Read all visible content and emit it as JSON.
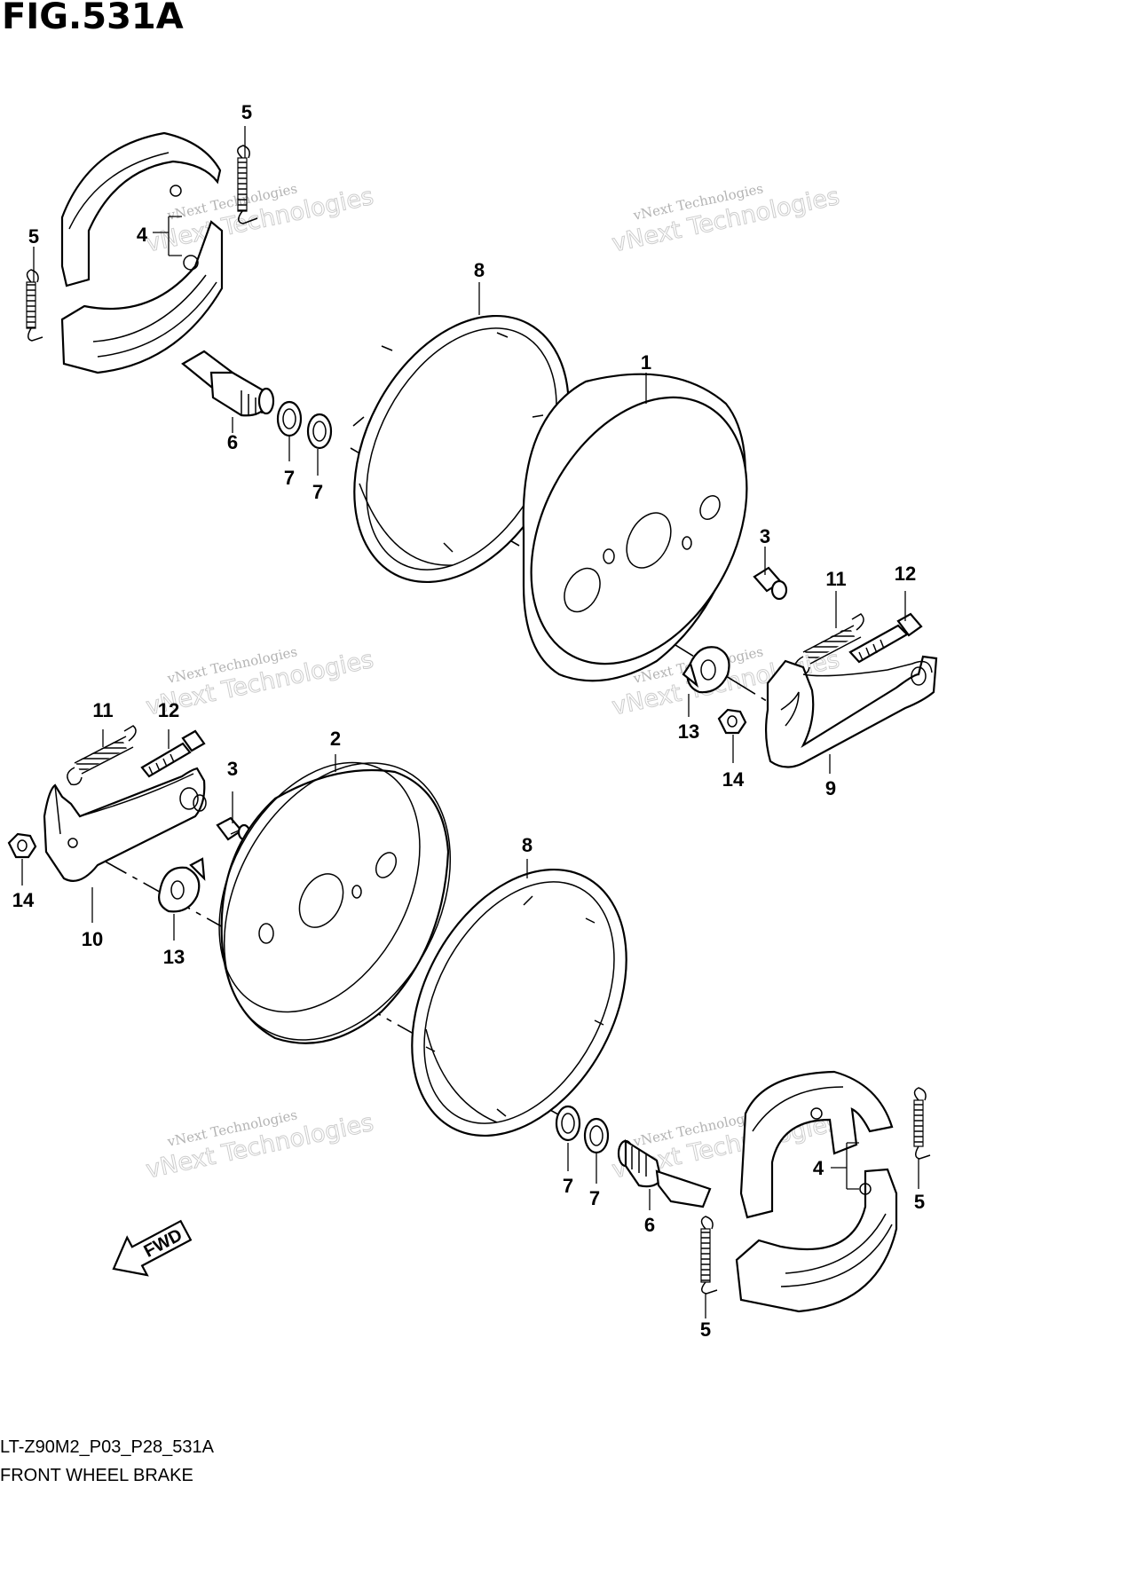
{
  "header": {
    "title": "FIG.531A"
  },
  "footer": {
    "code": "LT-Z90M2_P03_P28_531A",
    "description": "FRONT WHEEL BRAKE"
  },
  "fwd_label": "FWD",
  "watermark": {
    "small": "vNext Technologies",
    "big": "vNext Technologies"
  },
  "callouts": {
    "c1": "1",
    "c2": "2",
    "c3a": "3",
    "c3b": "3",
    "c4a": "4",
    "c4b": "4",
    "c5a": "5",
    "c5b": "5",
    "c5c": "5",
    "c5d": "5",
    "c6a": "6",
    "c6b": "6",
    "c7a": "7",
    "c7b": "7",
    "c7c": "7",
    "c7d": "7",
    "c8a": "8",
    "c8b": "8",
    "c9": "9",
    "c10": "10",
    "c11a": "11",
    "c11b": "11",
    "c12a": "12",
    "c12b": "12",
    "c13a": "13",
    "c13b": "13",
    "c14a": "14",
    "c14b": "14"
  }
}
